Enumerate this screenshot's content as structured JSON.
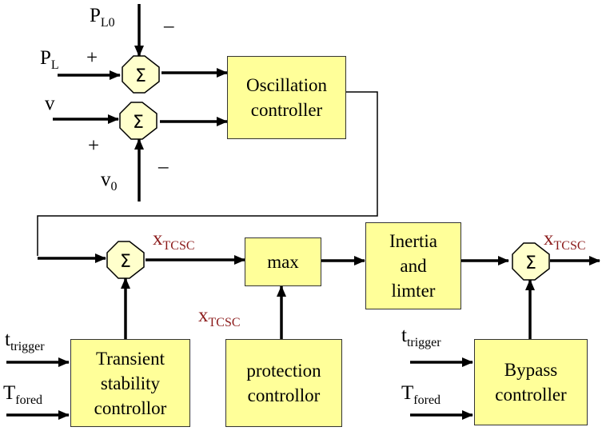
{
  "colors": {
    "block_fill": "#ffff99",
    "block_border": "#333333",
    "line": "#000000",
    "summer_fill": "#ffffcc",
    "x_label": "#8b1a1a"
  },
  "icons": {
    "summer": "sigma-octagon-icon",
    "arrow": "arrowhead-icon"
  },
  "summer_symbol": "Σ",
  "blocks": {
    "oscillation": [
      "Oscillation",
      "controller"
    ],
    "max": [
      "max"
    ],
    "inertia": [
      "Inertia",
      "and",
      "limter"
    ],
    "transient": [
      "Transient",
      "stability",
      "controllor"
    ],
    "protection": [
      "protection",
      "controllor"
    ],
    "bypass": [
      "Bypass",
      "controller"
    ]
  },
  "inputs": {
    "pl0": {
      "main": "P",
      "sub": "L0"
    },
    "pl": {
      "main": "P",
      "sub": "L"
    },
    "v": {
      "main": "v",
      "sub": ""
    },
    "v0": {
      "main": "v",
      "sub": "0"
    },
    "t_trigger_1": {
      "main": "t",
      "sub": "trigger"
    },
    "t_fored_1": {
      "main": "T",
      "sub": "fored"
    },
    "t_trigger_2": {
      "main": "t",
      "sub": "trigger"
    },
    "t_fored_2": {
      "main": "T",
      "sub": "fored"
    }
  },
  "signs": {
    "s1_minus": "–",
    "s1_plus": "+",
    "s2_plus": "+",
    "s2_minus": "–"
  },
  "outputs": {
    "x1": {
      "main": "x",
      "sub": "TCSC"
    },
    "x_prot": {
      "main": "x",
      "sub": "TCSC"
    },
    "x_final": {
      "main": "x",
      "sub": "TCSC"
    }
  }
}
